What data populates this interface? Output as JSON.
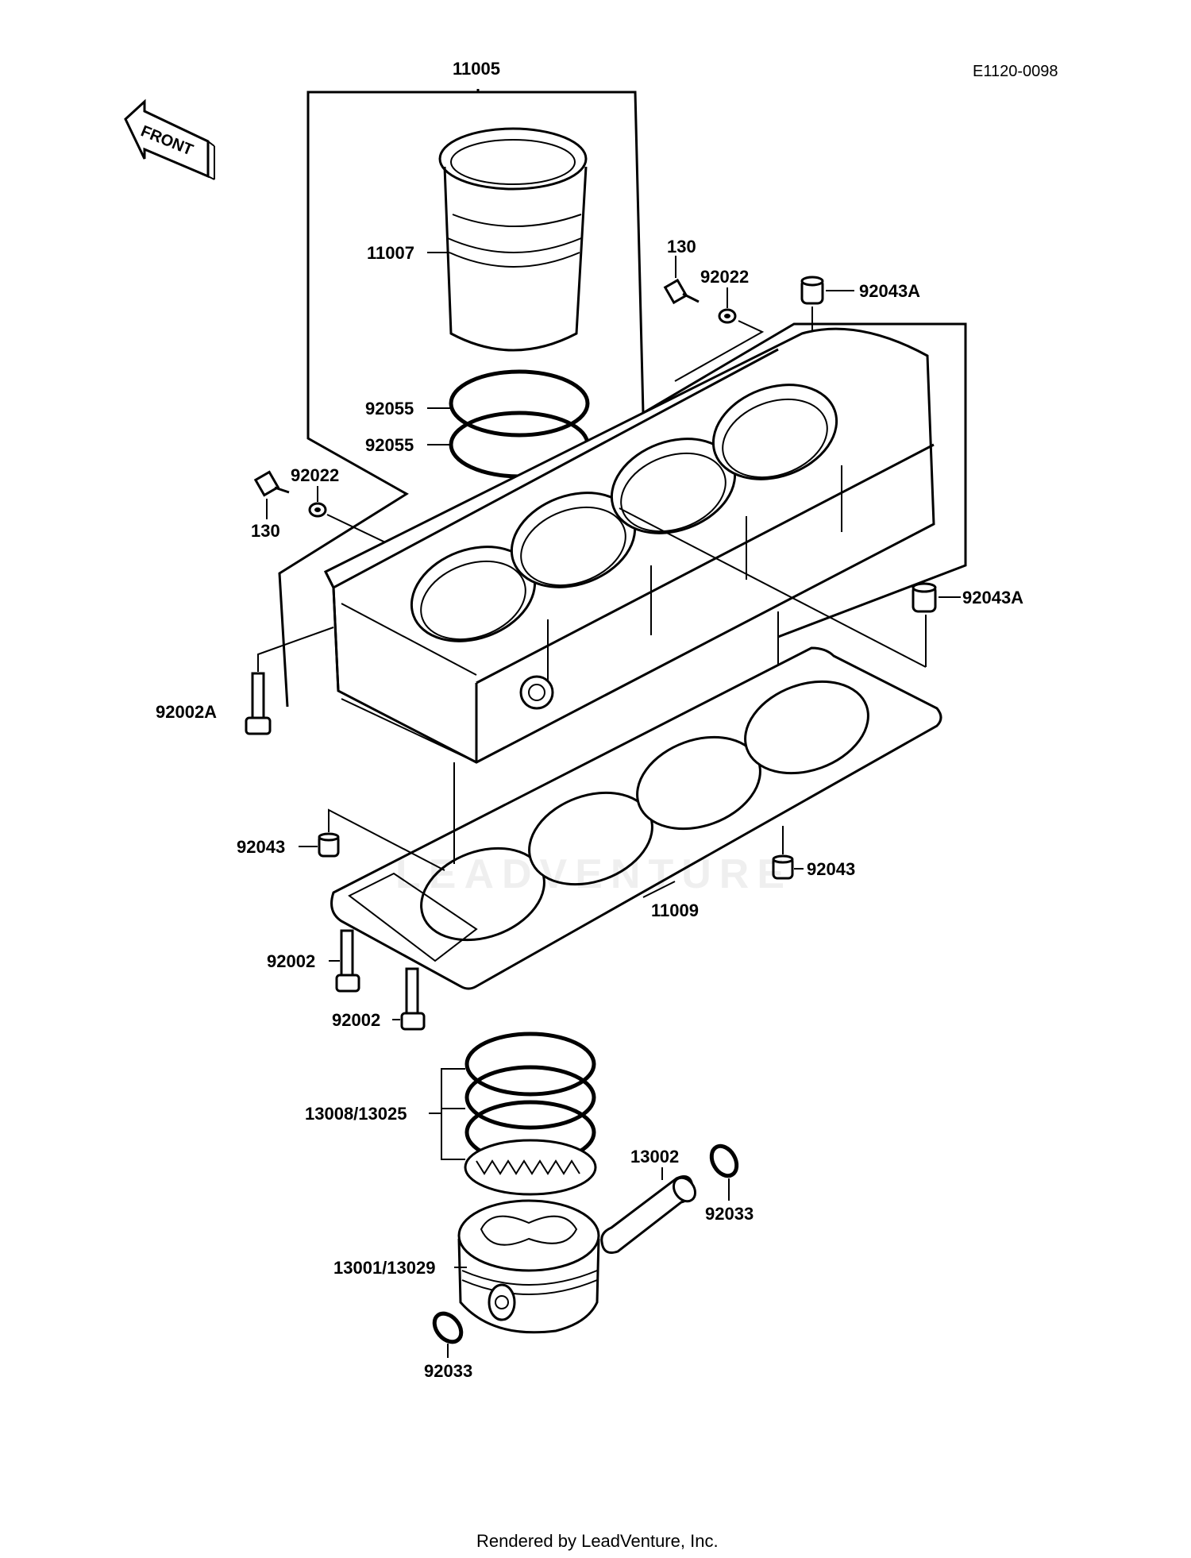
{
  "diagram_code": "E1120-0098",
  "front_label": "FRONT",
  "footer": "Rendered by LeadVenture, Inc.",
  "watermark": "LEADVENTURE",
  "callouts": {
    "c11005": "11005",
    "c11007": "11007",
    "c130_top": "130",
    "c92022_top": "92022",
    "c92043A_top": "92043A",
    "c92055_a": "92055",
    "c92055_b": "92055",
    "c92022_left": "92022",
    "c130_left": "130",
    "c92043A_right": "92043A",
    "c92002A": "92002A",
    "c92043_left": "92043",
    "c92043_right": "92043",
    "c11009": "11009",
    "c92002_a": "92002",
    "c92002_b": "92002",
    "c13008": "13008/13025",
    "c13002": "13002",
    "c92033_right": "92033",
    "c13001": "13001/13029",
    "c92033_bottom": "92033"
  }
}
